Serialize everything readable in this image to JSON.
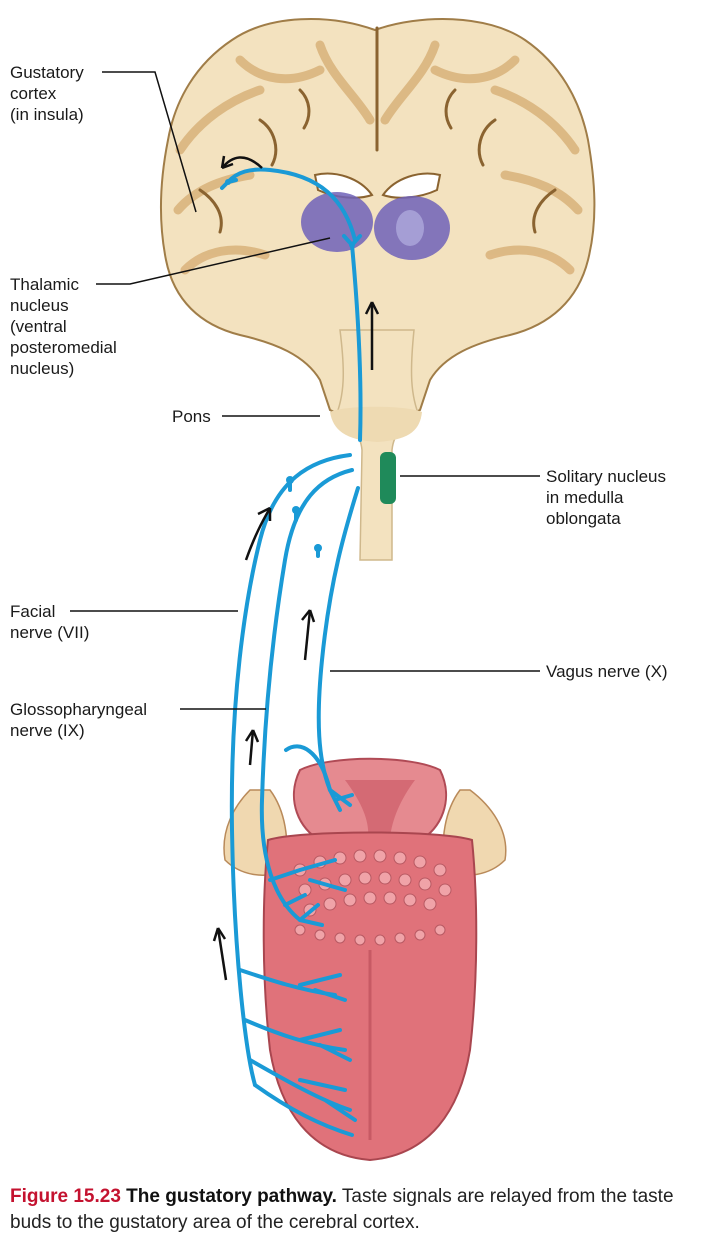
{
  "labels": {
    "gustatory_cortex": [
      "Gustatory",
      "cortex",
      "(in insula)"
    ],
    "thalamic_nucleus": [
      "Thalamic",
      "nucleus",
      "(ventral",
      "posteromedial",
      "nucleus)"
    ],
    "pons": "Pons",
    "solitary_nucleus": [
      "Solitary nucleus",
      "in medulla",
      "oblongata"
    ],
    "facial_nerve": [
      "Facial",
      "nerve (VII)"
    ],
    "vagus_nerve": "Vagus nerve (X)",
    "glossopharyngeal_nerve": [
      "Glossopharyngeal",
      "nerve (IX)"
    ]
  },
  "caption": {
    "figure_number": "Figure 15.23",
    "title": "The gustatory pathway.",
    "text": "Taste signals are relayed from the taste buds to the gustatory area of the cerebral cortex."
  },
  "colors": {
    "nerve": "#1a9ad6",
    "brain_tissue": "#f3e2bf",
    "brain_gray": "#d9b27a",
    "thalamus": "#6f61b8",
    "solitary_nucleus": "#1f8a5a",
    "tongue": "#e0727a",
    "caption_red": "#c4122f"
  }
}
